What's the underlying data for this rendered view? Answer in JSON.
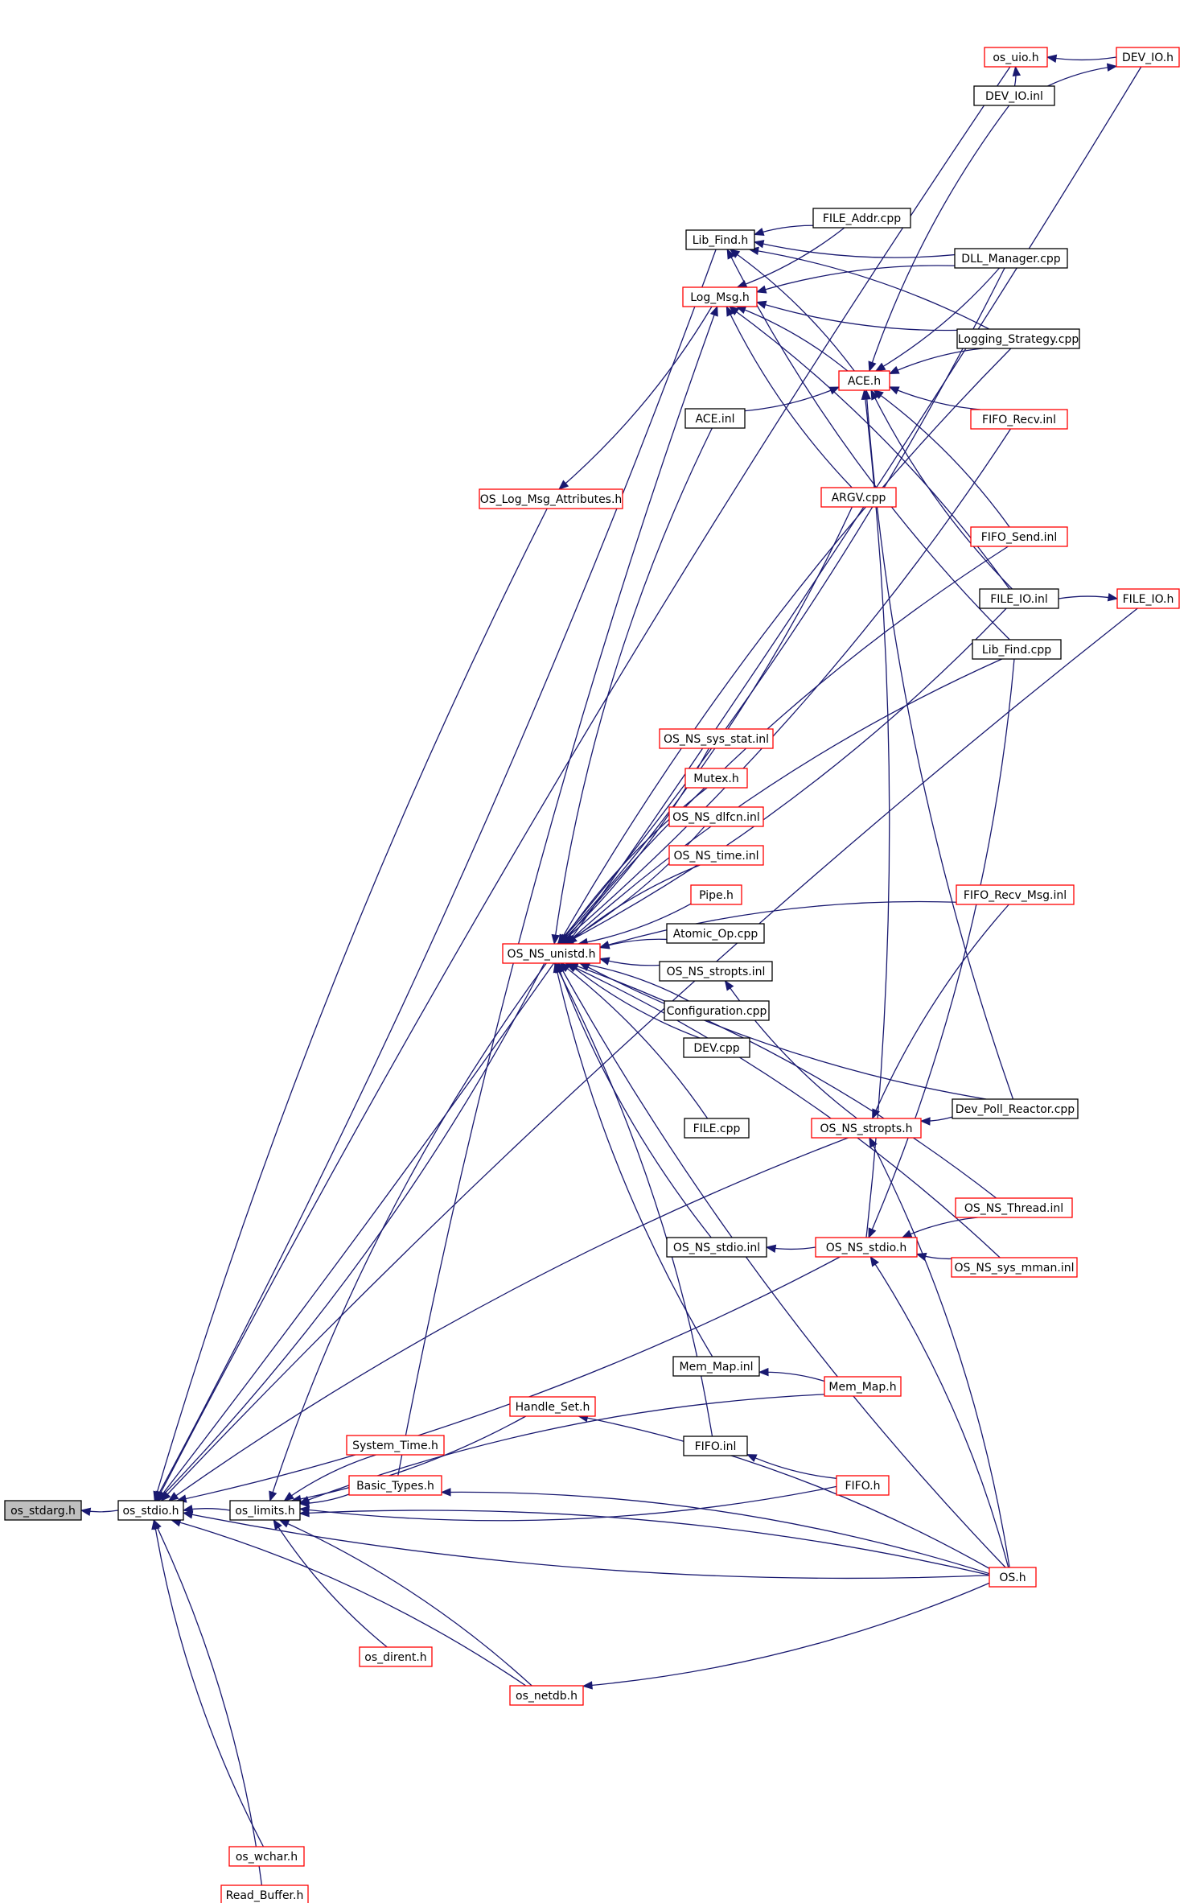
{
  "colors": {
    "edge": "#191970",
    "current_node_fill": "#bfbfbf",
    "current_node_border": "#000000",
    "node_fill": "#ffffff",
    "complete_border": "#000000",
    "truncated_border": "#ff0000"
  },
  "nodes": [
    {
      "id": "os_stdarg_h",
      "label": "os_stdarg.h",
      "style": "current"
    },
    {
      "id": "os_stdio_h",
      "label": "os_stdio.h",
      "style": "complete"
    },
    {
      "id": "os_limits_h",
      "label": "os_limits.h",
      "style": "complete"
    },
    {
      "id": "os_uio_h",
      "label": "os_uio.h",
      "style": "truncated"
    },
    {
      "id": "DEV_IO_h",
      "label": "DEV_IO.h",
      "style": "truncated"
    },
    {
      "id": "DEV_IO_inl",
      "label": "DEV_IO.inl",
      "style": "complete"
    },
    {
      "id": "FILE_Addr_cpp",
      "label": "FILE_Addr.cpp",
      "style": "complete"
    },
    {
      "id": "Lib_Find_h",
      "label": "Lib_Find.h",
      "style": "complete"
    },
    {
      "id": "DLL_Manager_cpp",
      "label": "DLL_Manager.cpp",
      "style": "complete"
    },
    {
      "id": "Log_Msg_h",
      "label": "Log_Msg.h",
      "style": "truncated"
    },
    {
      "id": "Logging_Strategy_cpp",
      "label": "Logging_Strategy.cpp",
      "style": "complete"
    },
    {
      "id": "ACE_h",
      "label": "ACE.h",
      "style": "truncated"
    },
    {
      "id": "ACE_inl",
      "label": "ACE.inl",
      "style": "complete"
    },
    {
      "id": "FIFO_Recv_inl",
      "label": "FIFO_Recv.inl",
      "style": "truncated"
    },
    {
      "id": "OS_Log_Msg_Attributes_h",
      "label": "OS_Log_Msg_Attributes.h",
      "style": "truncated"
    },
    {
      "id": "ARGV_cpp",
      "label": "ARGV.cpp",
      "style": "truncated"
    },
    {
      "id": "FIFO_Send_inl",
      "label": "FIFO_Send.inl",
      "style": "truncated"
    },
    {
      "id": "FILE_IO_inl",
      "label": "FILE_IO.inl",
      "style": "complete"
    },
    {
      "id": "FILE_IO_h",
      "label": "FILE_IO.h",
      "style": "truncated"
    },
    {
      "id": "Lib_Find_cpp",
      "label": "Lib_Find.cpp",
      "style": "complete"
    },
    {
      "id": "OS_NS_sys_stat_inl",
      "label": "OS_NS_sys_stat.inl",
      "style": "truncated"
    },
    {
      "id": "Mutex_h",
      "label": "Mutex.h",
      "style": "truncated"
    },
    {
      "id": "OS_NS_dlfcn_inl",
      "label": "OS_NS_dlfcn.inl",
      "style": "truncated"
    },
    {
      "id": "OS_NS_time_inl",
      "label": "OS_NS_time.inl",
      "style": "truncated"
    },
    {
      "id": "Pipe_h",
      "label": "Pipe.h",
      "style": "truncated"
    },
    {
      "id": "FIFO_Recv_Msg_inl",
      "label": "FIFO_Recv_Msg.inl",
      "style": "truncated"
    },
    {
      "id": "Atomic_Op_cpp",
      "label": "Atomic_Op.cpp",
      "style": "complete"
    },
    {
      "id": "OS_NS_unistd_h",
      "label": "OS_NS_unistd.h",
      "style": "truncated"
    },
    {
      "id": "OS_NS_stropts_inl",
      "label": "OS_NS_stropts.inl",
      "style": "complete"
    },
    {
      "id": "Configuration_cpp",
      "label": "Configuration.cpp",
      "style": "complete"
    },
    {
      "id": "DEV_cpp",
      "label": "DEV.cpp",
      "style": "complete"
    },
    {
      "id": "Dev_Poll_Reactor_cpp",
      "label": "Dev_Poll_Reactor.cpp",
      "style": "complete"
    },
    {
      "id": "FILE_cpp",
      "label": "FILE.cpp",
      "style": "complete"
    },
    {
      "id": "OS_NS_stropts_h",
      "label": "OS_NS_stropts.h",
      "style": "truncated"
    },
    {
      "id": "OS_NS_Thread_inl",
      "label": "OS_NS_Thread.inl",
      "style": "truncated"
    },
    {
      "id": "OS_NS_stdio_inl",
      "label": "OS_NS_stdio.inl",
      "style": "complete"
    },
    {
      "id": "OS_NS_stdio_h",
      "label": "OS_NS_stdio.h",
      "style": "truncated"
    },
    {
      "id": "OS_NS_sys_mman_inl",
      "label": "OS_NS_sys_mman.inl",
      "style": "truncated"
    },
    {
      "id": "Mem_Map_inl",
      "label": "Mem_Map.inl",
      "style": "complete"
    },
    {
      "id": "Mem_Map_h",
      "label": "Mem_Map.h",
      "style": "truncated"
    },
    {
      "id": "Handle_Set_h",
      "label": "Handle_Set.h",
      "style": "truncated"
    },
    {
      "id": "FIFO_inl",
      "label": "FIFO.inl",
      "style": "complete"
    },
    {
      "id": "System_Time_h",
      "label": "System_Time.h",
      "style": "truncated"
    },
    {
      "id": "FIFO_h",
      "label": "FIFO.h",
      "style": "truncated"
    },
    {
      "id": "Basic_Types_h",
      "label": "Basic_Types.h",
      "style": "truncated"
    },
    {
      "id": "OS_h",
      "label": "OS.h",
      "style": "truncated"
    },
    {
      "id": "os_dirent_h",
      "label": "os_dirent.h",
      "style": "truncated"
    },
    {
      "id": "os_netdb_h",
      "label": "os_netdb.h",
      "style": "truncated"
    },
    {
      "id": "os_wchar_h",
      "label": "os_wchar.h",
      "style": "truncated"
    },
    {
      "id": "Read_Buffer_h",
      "label": "Read_Buffer.h",
      "style": "truncated"
    }
  ],
  "edges": [
    [
      "os_stdio_h",
      "os_stdarg_h"
    ],
    [
      "os_limits_h",
      "os_stdio_h"
    ],
    [
      "DEV_IO_h",
      "os_stdio_h"
    ],
    [
      "os_uio_h",
      "os_stdio_h"
    ],
    [
      "Lib_Find_h",
      "os_stdio_h"
    ],
    [
      "OS_Log_Msg_Attributes_h",
      "os_stdio_h"
    ],
    [
      "OS_NS_unistd_h",
      "os_stdio_h"
    ],
    [
      "OS_NS_stropts_h",
      "os_stdio_h"
    ],
    [
      "OS_NS_stdio_h",
      "os_stdio_h"
    ],
    [
      "os_netdb_h",
      "os_stdio_h"
    ],
    [
      "OS_h",
      "os_stdio_h"
    ],
    [
      "FILE_IO_h",
      "os_stdio_h"
    ],
    [
      "os_wchar_h",
      "os_stdio_h"
    ],
    [
      "Read_Buffer_h",
      "os_stdio_h"
    ],
    [
      "DEV_IO_h",
      "os_uio_h"
    ],
    [
      "DEV_IO_inl",
      "os_uio_h"
    ],
    [
      "DEV_IO_inl",
      "DEV_IO_h"
    ],
    [
      "FILE_Addr_cpp",
      "Lib_Find_h"
    ],
    [
      "DLL_Manager_cpp",
      "Lib_Find_h"
    ],
    [
      "Logging_Strategy_cpp",
      "Lib_Find_h"
    ],
    [
      "Lib_Find_cpp",
      "Lib_Find_h"
    ],
    [
      "ACE_h",
      "Lib_Find_h"
    ],
    [
      "FILE_Addr_cpp",
      "Log_Msg_h"
    ],
    [
      "DLL_Manager_cpp",
      "Log_Msg_h"
    ],
    [
      "Logging_Strategy_cpp",
      "Log_Msg_h"
    ],
    [
      "ACE_h",
      "Log_Msg_h"
    ],
    [
      "ARGV_cpp",
      "Log_Msg_h"
    ],
    [
      "FILE_IO_inl",
      "Log_Msg_h"
    ],
    [
      "Log_Msg_h",
      "OS_Log_Msg_Attributes_h"
    ],
    [
      "DEV_IO_inl",
      "ACE_h"
    ],
    [
      "DLL_Manager_cpp",
      "ACE_h"
    ],
    [
      "Logging_Strategy_cpp",
      "ACE_h"
    ],
    [
      "FIFO_Recv_inl",
      "ACE_h"
    ],
    [
      "FIFO_Send_inl",
      "ACE_h"
    ],
    [
      "FILE_IO_inl",
      "ACE_h"
    ],
    [
      "ACE_inl",
      "ACE_h"
    ],
    [
      "Dev_Poll_Reactor_cpp",
      "ACE_h"
    ],
    [
      "OS_NS_stdio_h",
      "ACE_h"
    ],
    [
      "FILE_IO_inl",
      "FILE_IO_h"
    ],
    [
      "ACE_inl",
      "OS_NS_unistd_h"
    ],
    [
      "ARGV_cpp",
      "OS_NS_unistd_h"
    ],
    [
      "FIFO_Send_inl",
      "OS_NS_unistd_h"
    ],
    [
      "FILE_IO_inl",
      "OS_NS_unistd_h"
    ],
    [
      "Lib_Find_cpp",
      "OS_NS_unistd_h"
    ],
    [
      "OS_NS_sys_stat_inl",
      "OS_NS_unistd_h"
    ],
    [
      "Mutex_h",
      "OS_NS_unistd_h"
    ],
    [
      "OS_NS_dlfcn_inl",
      "OS_NS_unistd_h"
    ],
    [
      "OS_NS_time_inl",
      "OS_NS_unistd_h"
    ],
    [
      "Pipe_h",
      "OS_NS_unistd_h"
    ],
    [
      "Atomic_Op_cpp",
      "OS_NS_unistd_h"
    ],
    [
      "OS_NS_stropts_inl",
      "OS_NS_unistd_h"
    ],
    [
      "Configuration_cpp",
      "OS_NS_unistd_h"
    ],
    [
      "DEV_cpp",
      "OS_NS_unistd_h"
    ],
    [
      "FILE_cpp",
      "OS_NS_unistd_h"
    ],
    [
      "Dev_Poll_Reactor_cpp",
      "OS_NS_unistd_h"
    ],
    [
      "OS_NS_Thread_inl",
      "OS_NS_unistd_h"
    ],
    [
      "OS_NS_stdio_inl",
      "OS_NS_unistd_h"
    ],
    [
      "OS_NS_sys_mman_inl",
      "OS_NS_unistd_h"
    ],
    [
      "Mem_Map_inl",
      "OS_NS_unistd_h"
    ],
    [
      "FIFO_inl",
      "OS_NS_unistd_h"
    ],
    [
      "OS_h",
      "OS_NS_unistd_h"
    ],
    [
      "FIFO_Recv_Msg_inl",
      "OS_NS_unistd_h"
    ],
    [
      "DLL_Manager_cpp",
      "OS_NS_unistd_h"
    ],
    [
      "Logging_Strategy_cpp",
      "OS_NS_unistd_h"
    ],
    [
      "FIFO_Recv_inl",
      "OS_NS_unistd_h"
    ],
    [
      "OS_NS_unistd_h",
      "os_limits_h"
    ],
    [
      "OS_NS_stropts_h",
      "OS_NS_stropts_inl"
    ],
    [
      "FIFO_Recv_Msg_inl",
      "OS_NS_stropts_h"
    ],
    [
      "Dev_Poll_Reactor_cpp",
      "OS_NS_stropts_h"
    ],
    [
      "OS_h",
      "OS_NS_stropts_h"
    ],
    [
      "OS_NS_stdio_h",
      "OS_NS_stdio_inl"
    ],
    [
      "OS_NS_Thread_inl",
      "OS_NS_stdio_h"
    ],
    [
      "OS_NS_sys_mman_inl",
      "OS_NS_stdio_h"
    ],
    [
      "OS_h",
      "OS_NS_stdio_h"
    ],
    [
      "Lib_Find_cpp",
      "OS_NS_stdio_h"
    ],
    [
      "Mem_Map_h",
      "Mem_Map_inl"
    ],
    [
      "FIFO_h",
      "FIFO_inl"
    ],
    [
      "OS_h",
      "Handle_Set_h"
    ],
    [
      "Handle_Set_h",
      "os_limits_h"
    ],
    [
      "System_Time_h",
      "os_limits_h"
    ],
    [
      "Basic_Types_h",
      "os_limits_h"
    ],
    [
      "OS_h",
      "Basic_Types_h"
    ],
    [
      "Basic_Types_h",
      "Log_Msg_h"
    ],
    [
      "Mem_Map_h",
      "os_limits_h"
    ],
    [
      "FIFO_h",
      "os_limits_h"
    ],
    [
      "OS_h",
      "os_limits_h"
    ],
    [
      "os_dirent_h",
      "os_limits_h"
    ],
    [
      "os_netdb_h",
      "os_limits_h"
    ],
    [
      "OS_h",
      "os_netdb_h"
    ]
  ]
}
